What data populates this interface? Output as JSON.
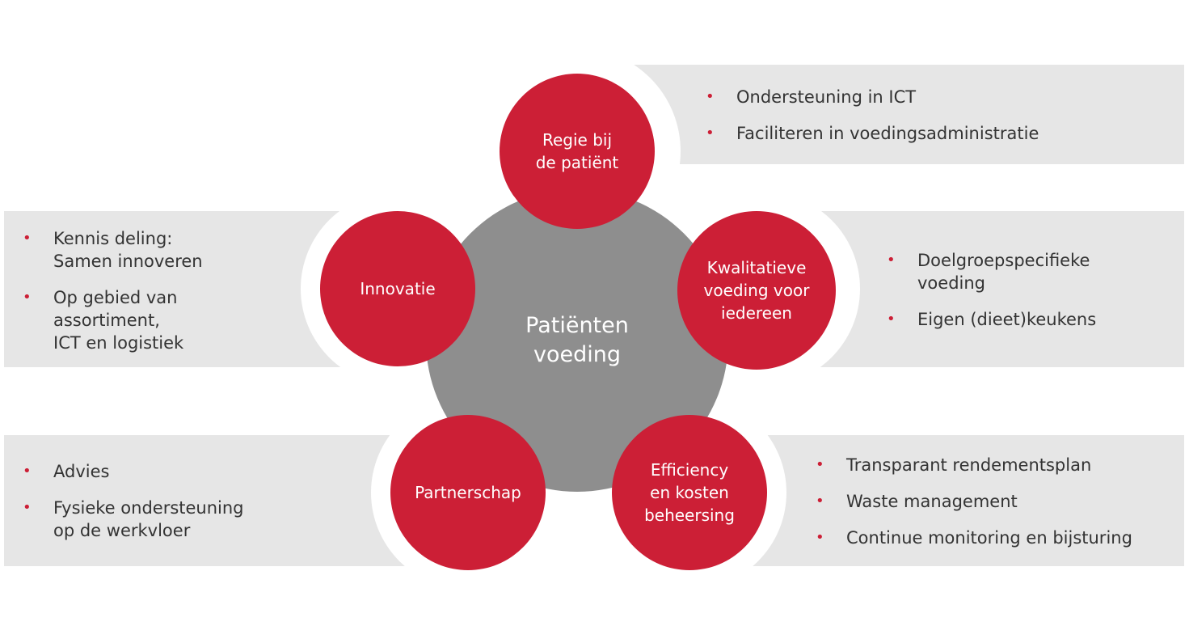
{
  "colors": {
    "accent": "#cc1f36",
    "hub": "#8e8e8e",
    "panel": "#e6e6e6"
  },
  "hub": {
    "lines": [
      "Patiënten",
      "voeding"
    ]
  },
  "nodes": [
    {
      "id": "regie",
      "lines": [
        "Regie bij",
        "de patiënt"
      ],
      "bullets": [
        {
          "lines": [
            "Ondersteuning in ICT"
          ]
        },
        {
          "lines": [
            "Faciliteren in voedingsadministratie"
          ]
        }
      ]
    },
    {
      "id": "kwaliteit",
      "lines": [
        "Kwalitatieve",
        "voeding voor",
        "iedereen"
      ],
      "bullets": [
        {
          "lines": [
            "Doelgroepspecifieke",
            "voeding"
          ]
        },
        {
          "lines": [
            "Eigen (dieet)keukens"
          ]
        }
      ]
    },
    {
      "id": "efficiency",
      "lines": [
        "Efficiency",
        "en kosten",
        "beheersing"
      ],
      "bullets": [
        {
          "lines": [
            "Transparant rendementsplan"
          ]
        },
        {
          "lines": [
            "Waste management"
          ]
        },
        {
          "lines": [
            "Continue monitoring en bijsturing"
          ]
        }
      ]
    },
    {
      "id": "partnerschap",
      "lines": [
        "Partnerschap"
      ],
      "bullets": [
        {
          "lines": [
            "Advies"
          ]
        },
        {
          "lines": [
            "Fysieke ondersteuning",
            "op de werkvloer"
          ]
        }
      ]
    },
    {
      "id": "innovatie",
      "lines": [
        "Innovatie"
      ],
      "bullets": [
        {
          "lines": [
            "Kennis deling:",
            "Samen innoveren"
          ]
        },
        {
          "lines": [
            "Op gebied van",
            "assortiment,",
            "ICT en logistiek"
          ]
        }
      ]
    }
  ]
}
